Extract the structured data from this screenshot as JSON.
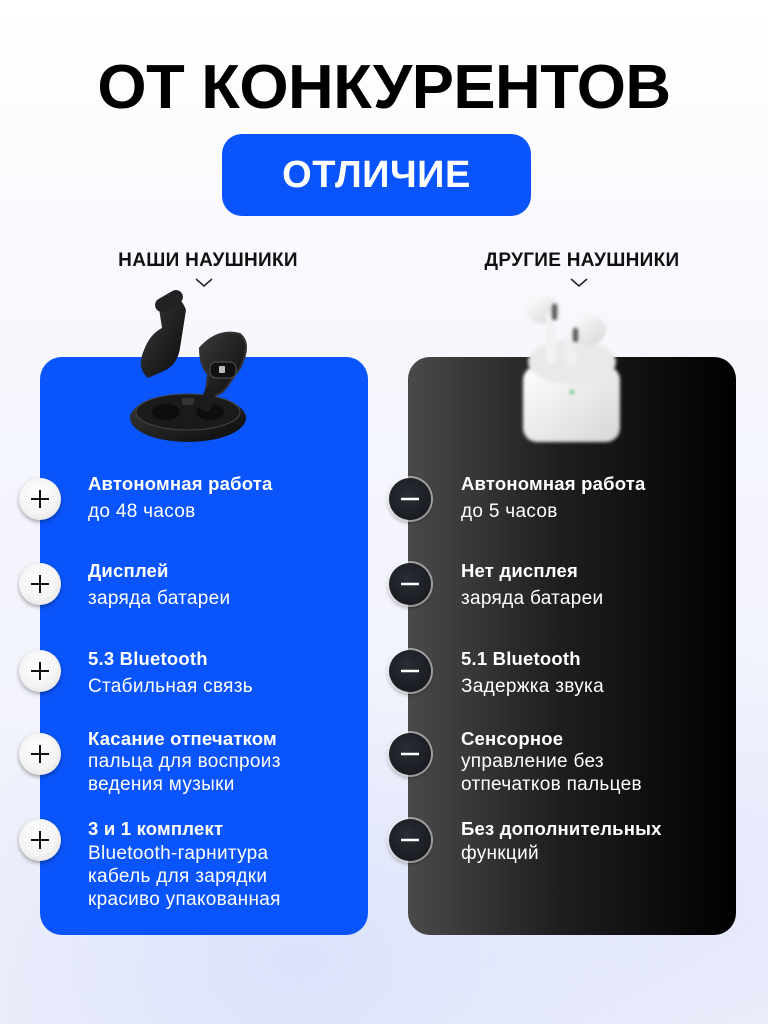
{
  "header": {
    "title": "ОТ КОНКУРЕНТОВ",
    "badge": "ОТЛИЧИЕ"
  },
  "colors": {
    "accent_blue": "#0a55fb",
    "dark_card_start": "#4a4a4a",
    "dark_card_end": "#000000",
    "title_text": "#000000"
  },
  "ours": {
    "label": "НАШИ НАУШНИКИ",
    "icon": "chevron-down-icon",
    "image": "open-ear-earbuds-with-charging-case",
    "badge_icon": "plus-icon",
    "items": [
      {
        "title": "Автономная работа",
        "desc": "до 48 часов"
      },
      {
        "title": "Дисплей",
        "desc": "заряда батареи"
      },
      {
        "title": "5.3 Bluetooth",
        "desc": "Стабильная связь"
      },
      {
        "title": "Касание отпечатком",
        "desc": "пальца для воспроиз\nведения музыки"
      },
      {
        "title": "3 и 1 комплект",
        "desc": "Bluetooth-гарнитура\nкабель для зарядки\nкрасиво упакованная"
      }
    ]
  },
  "others": {
    "label": "ДРУГИЕ НАУШНИКИ",
    "icon": "chevron-down-icon",
    "image": "white-earbuds-in-case-blurred",
    "badge_icon": "minus-icon",
    "items": [
      {
        "title": "Автономная работа",
        "desc": "до 5 часов"
      },
      {
        "title": "Нет дисплея",
        "desc": "заряда батареи"
      },
      {
        "title": "5.1 Bluetooth",
        "desc": "Задержка звука"
      },
      {
        "title": "Сенсорное",
        "desc": "управление без\nотпечатков пальцев"
      },
      {
        "title": "Без дополнительных",
        "desc": "функций"
      }
    ]
  }
}
